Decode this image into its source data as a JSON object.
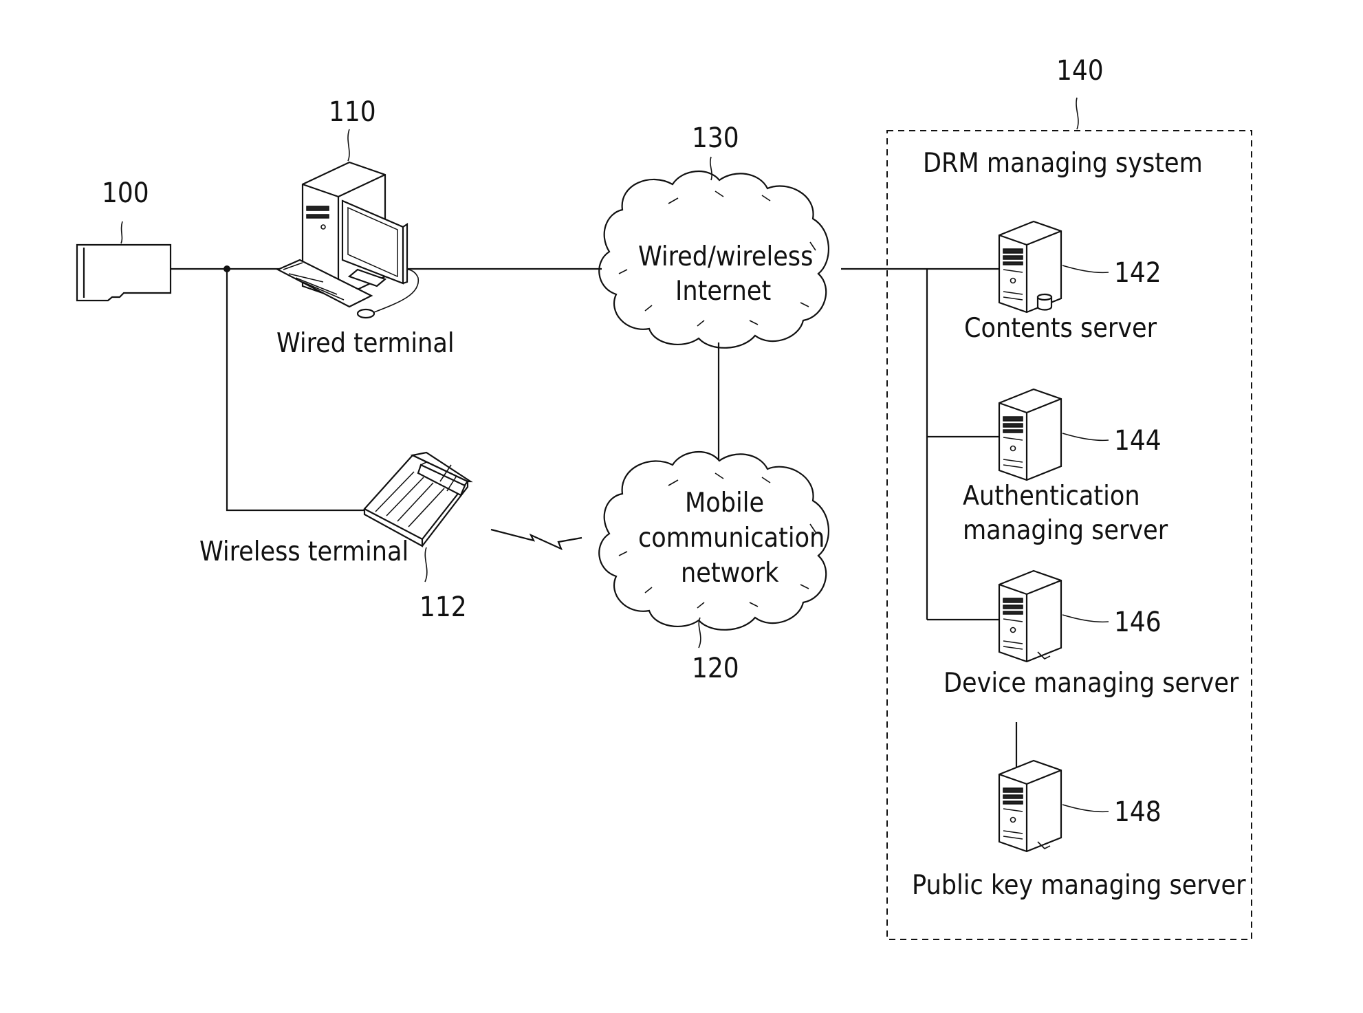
{
  "refs": {
    "card": "100",
    "wired_terminal": "110",
    "wireless_terminal": "112",
    "mobile_network": "120",
    "internet": "130",
    "drm_system": "140",
    "contents_server": "142",
    "auth_server": "144",
    "device_server": "146",
    "pubkey_server": "148"
  },
  "labels": {
    "wired_terminal": "Wired terminal",
    "wireless_terminal": "Wireless terminal",
    "internet_line1": "Wired/wireless",
    "internet_line2": "Internet",
    "mobile_line1": "Mobile",
    "mobile_line2": "communication",
    "mobile_line3": "network",
    "drm_system": "DRM managing system",
    "contents_server": "Contents server",
    "auth_server_line1": "Authentication",
    "auth_server_line2": "managing server",
    "device_server": "Device managing server",
    "pubkey_server": "Public key managing server"
  },
  "icons": {
    "card": "memory-card-icon",
    "desktop": "desktop-computer-icon",
    "laptop": "laptop-icon",
    "server": "server-tower-icon",
    "cloud": "cloud-icon",
    "wireless": "lightning-signal-icon"
  },
  "colors": {
    "ink": "#111111",
    "background": "#ffffff"
  }
}
